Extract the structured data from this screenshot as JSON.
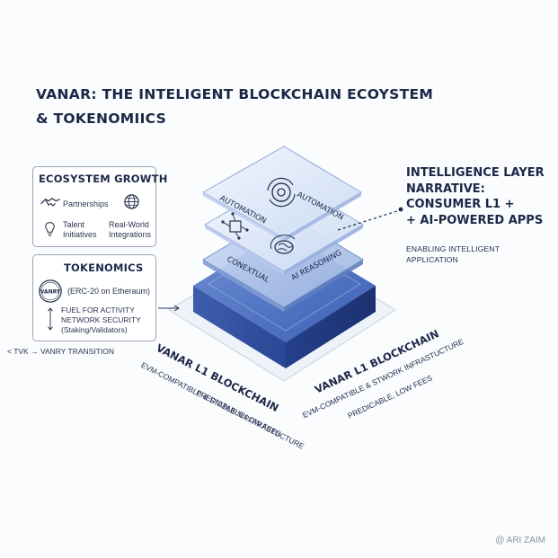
{
  "title": {
    "line1": "VANAR: THE INTELIGENT BLOCKCHAIN ECOYSTEM",
    "line2": "& TOKENOMIICS"
  },
  "ecosystem": {
    "heading": "ECOSYSTEM GROWTH",
    "items": [
      {
        "label": "Partnerships",
        "icon": "handshake-icon"
      },
      {
        "label": "",
        "icon": "globe-icon"
      },
      {
        "label": "Talent\nInitiatives",
        "icon": "lightbulb-icon"
      },
      {
        "label": "Real-World\nIntegrations",
        "icon": "chart-icon"
      }
    ]
  },
  "tokenomics": {
    "heading": "TOKENOMICS",
    "badge": "VANRY",
    "token_line": "(ERC-20 on Etheraum)",
    "use1": "FUEL FOR ACTIVITY",
    "use2": "NETWORK SECURITY",
    "use3": "(Staking/Validators)",
    "transition": "TVK → VANRY TRANSITION"
  },
  "narrative": {
    "line1": "INTELLIGENCE LAYER",
    "line2": "NARRATIVE:",
    "line3": "CONSUMER L1 +",
    "line4": "+ AI-POWERED APPS",
    "sub1": "ENABLING INTELLIGENT",
    "sub2": "APPLICATION"
  },
  "stack": {
    "layer_top_left": "AUTOMATION",
    "layer_top_right": "AUTOMATION",
    "layer_mid_left": "CONEXTUAL",
    "layer_mid_right": "AI REASONING"
  },
  "base_left": {
    "title": "VANAR L1 BLOCKCHAIN",
    "line1": "EVM-COMPATIBLE & STABLE NIPFFRASTUCTURE",
    "line2": "PREDICTABLE LOW FEES"
  },
  "base_right": {
    "title": "VANAR L1 BLOCKCHAIN",
    "line1": "EVM-COMPATIBLE & STWORK INFRASTUCTURE",
    "line2": "PREDICABLE, LOW FEES"
  },
  "credit": "@ ARI ZAIM",
  "colors": {
    "navy": "#1a2746",
    "base_blue": "#2f4f9f",
    "layer_light": "#dfe9f8",
    "layer_mid": "#a9c0e8"
  }
}
